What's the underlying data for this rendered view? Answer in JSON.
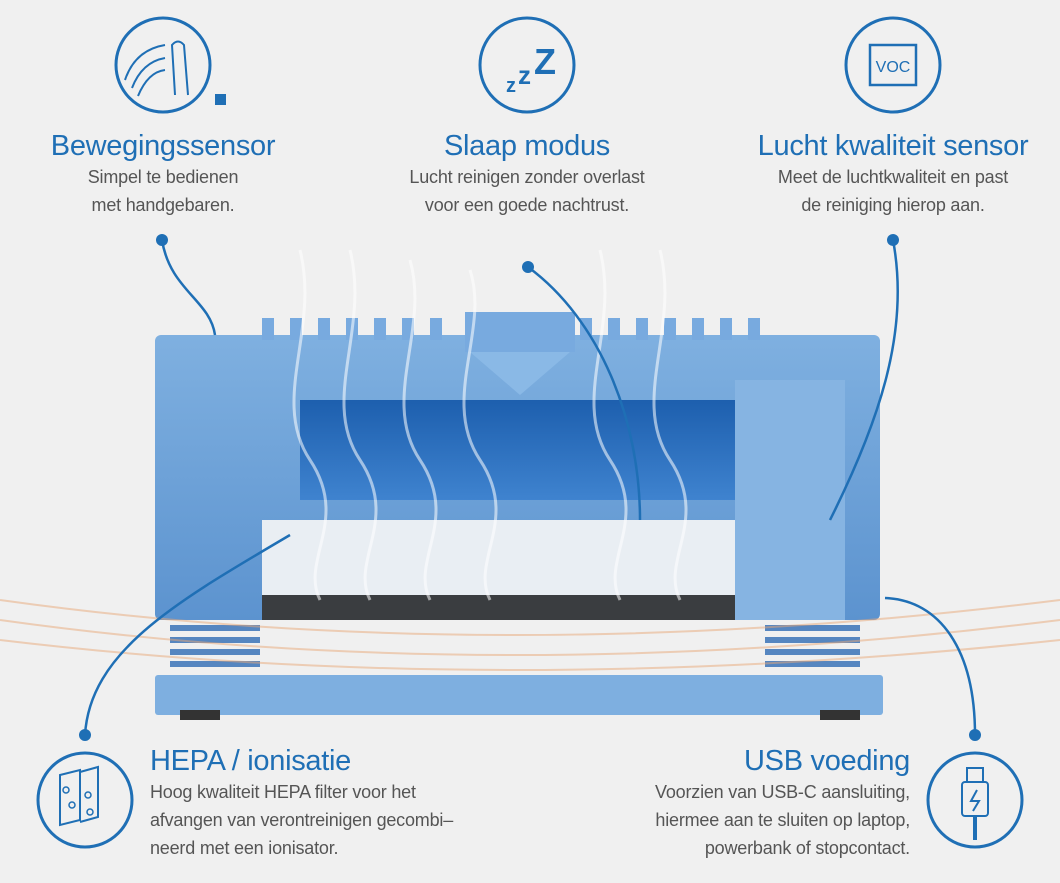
{
  "features": {
    "motion": {
      "icon": "hand-wave-icon",
      "title": "Bewegingssensor",
      "lines": [
        "Simpel te bedienen",
        "met handgebaren."
      ]
    },
    "sleep": {
      "icon": "zzz-sleep-icon",
      "title": "Slaap modus",
      "lines": [
        "Lucht reinigen zonder overlast",
        "voor een goede nachtrust."
      ]
    },
    "air_quality": {
      "icon": "voc-chip-icon",
      "icon_text": "VOC",
      "title": "Lucht kwaliteit sensor",
      "lines": [
        "Meet de luchtkwaliteit en past",
        "de reiniging hierop aan."
      ]
    },
    "hepa": {
      "icon": "filter-layers-icon",
      "title": "HEPA / ionisatie",
      "lines": [
        "Hoog kwaliteit HEPA filter voor het",
        "afvangen van verontreinigen gecombi–",
        "neerd met een ionisator."
      ]
    },
    "usb": {
      "icon": "usb-cable-icon",
      "title": "USB voeding",
      "lines": [
        "Voorzien van USB-C aansluiting,",
        "hiermee aan te sluiten op laptop,",
        "powerbank of stopcontact."
      ]
    }
  },
  "colors": {
    "accent": "#1f6fb5",
    "text": "#555555",
    "device": "#6fa3d8",
    "background": "#f0f0f0"
  }
}
